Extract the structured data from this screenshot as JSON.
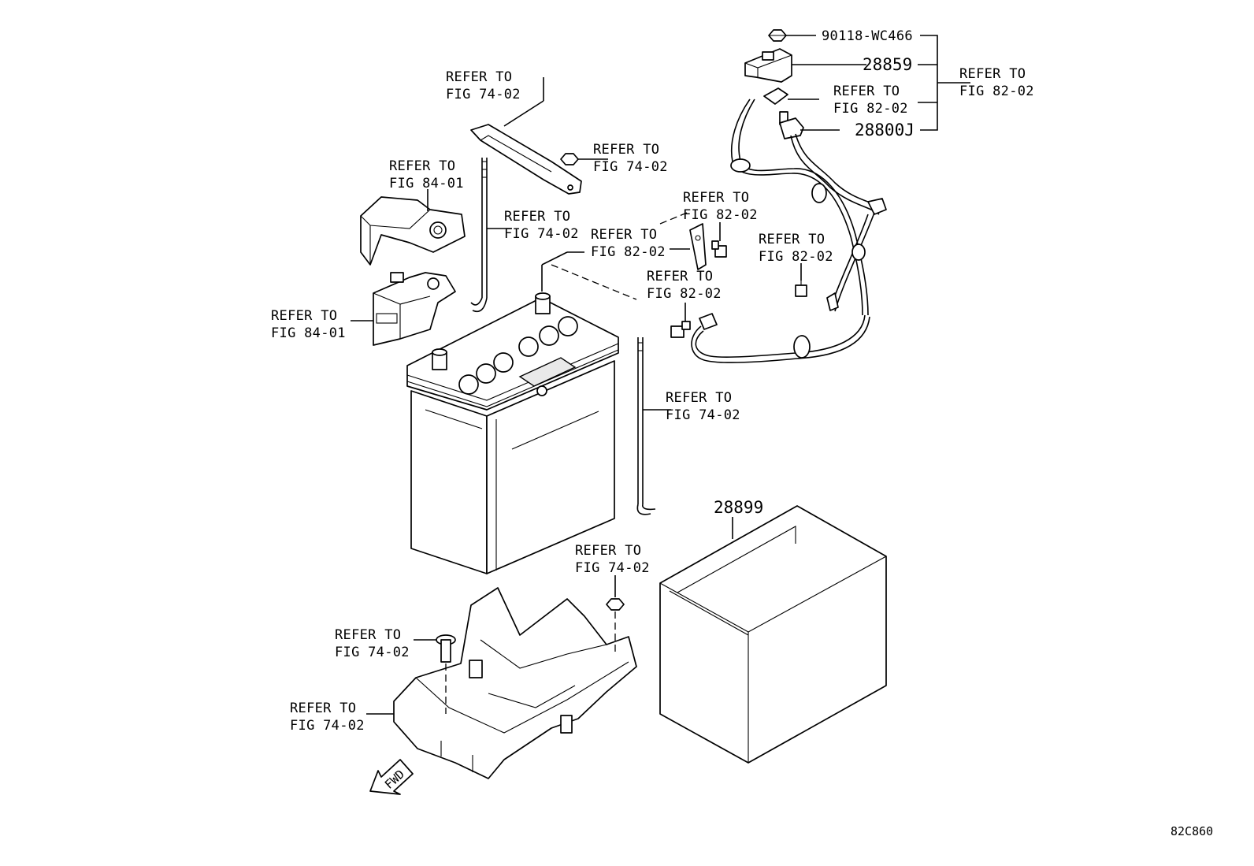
{
  "diagram": {
    "id_code": "82C860",
    "fwd_label": "FWD",
    "part_numbers": {
      "nut": "90118-WC466",
      "terminal_cover": "28859",
      "cable": "28800J",
      "battery_box": "28899"
    },
    "refs": {
      "ref_fig82_main": [
        "REFER TO",
        "FIG 82-02"
      ],
      "ref_fig82_clamp": [
        "REFER TO",
        "FIG 82-02"
      ],
      "ref_fig74_clamp_top": [
        "REFER TO",
        "FIG 74-02"
      ],
      "ref_fig74_nut_top": [
        "REFER TO",
        "FIG 74-02"
      ],
      "ref_fig84_cover": [
        "REFER TO",
        "FIG 84-01"
      ],
      "ref_fig74_rod_left": [
        "REFER TO",
        "FIG 74-02"
      ],
      "ref_fig82_bracket": [
        "REFER TO",
        "FIG 82-02"
      ],
      "ref_fig82_bolt_top": [
        "REFER TO",
        "FIG 82-02"
      ],
      "ref_fig82_clip_right": [
        "REFER TO",
        "FIG 82-02"
      ],
      "ref_fig84_fuse": [
        "REFER TO",
        "FIG 84-01"
      ],
      "ref_fig82_bolt_mid": [
        "REFER TO",
        "FIG 82-02"
      ],
      "ref_fig74_rod_right": [
        "REFER TO",
        "FIG 74-02"
      ],
      "ref_fig74_tray_nut": [
        "REFER TO",
        "FIG 74-02"
      ],
      "ref_fig74_tray_bolt": [
        "REFER TO",
        "FIG 74-02"
      ],
      "ref_fig74_tray": [
        "REFER TO",
        "FIG 74-02"
      ]
    }
  }
}
